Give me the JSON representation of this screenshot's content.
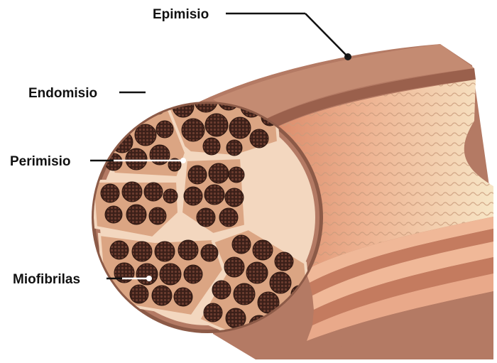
{
  "labels": {
    "epimisio": "Epimisio",
    "endomisio": "Endomisio",
    "perimisio": "Perimisio",
    "miofibrilas": "Miofibrilas"
  },
  "colors": {
    "epimysium_face": "#b47a64",
    "epimysium_top": "#c48b72",
    "epimysium_edge": "#7a4b3c",
    "inner_surface_light": "#f5dfc0",
    "inner_surface_dark": "#e6a07e",
    "fascicle_fill": "#dba583",
    "perimysium_line": "#f3d7bf",
    "myofibril_dark": "#3c2019",
    "myofibril_dot": "#6b3c2f",
    "band_light": "#f0b898",
    "band_dark": "#c47b5f",
    "leader_line": "#111111",
    "leader_on_tissue": "#ffffff"
  }
}
